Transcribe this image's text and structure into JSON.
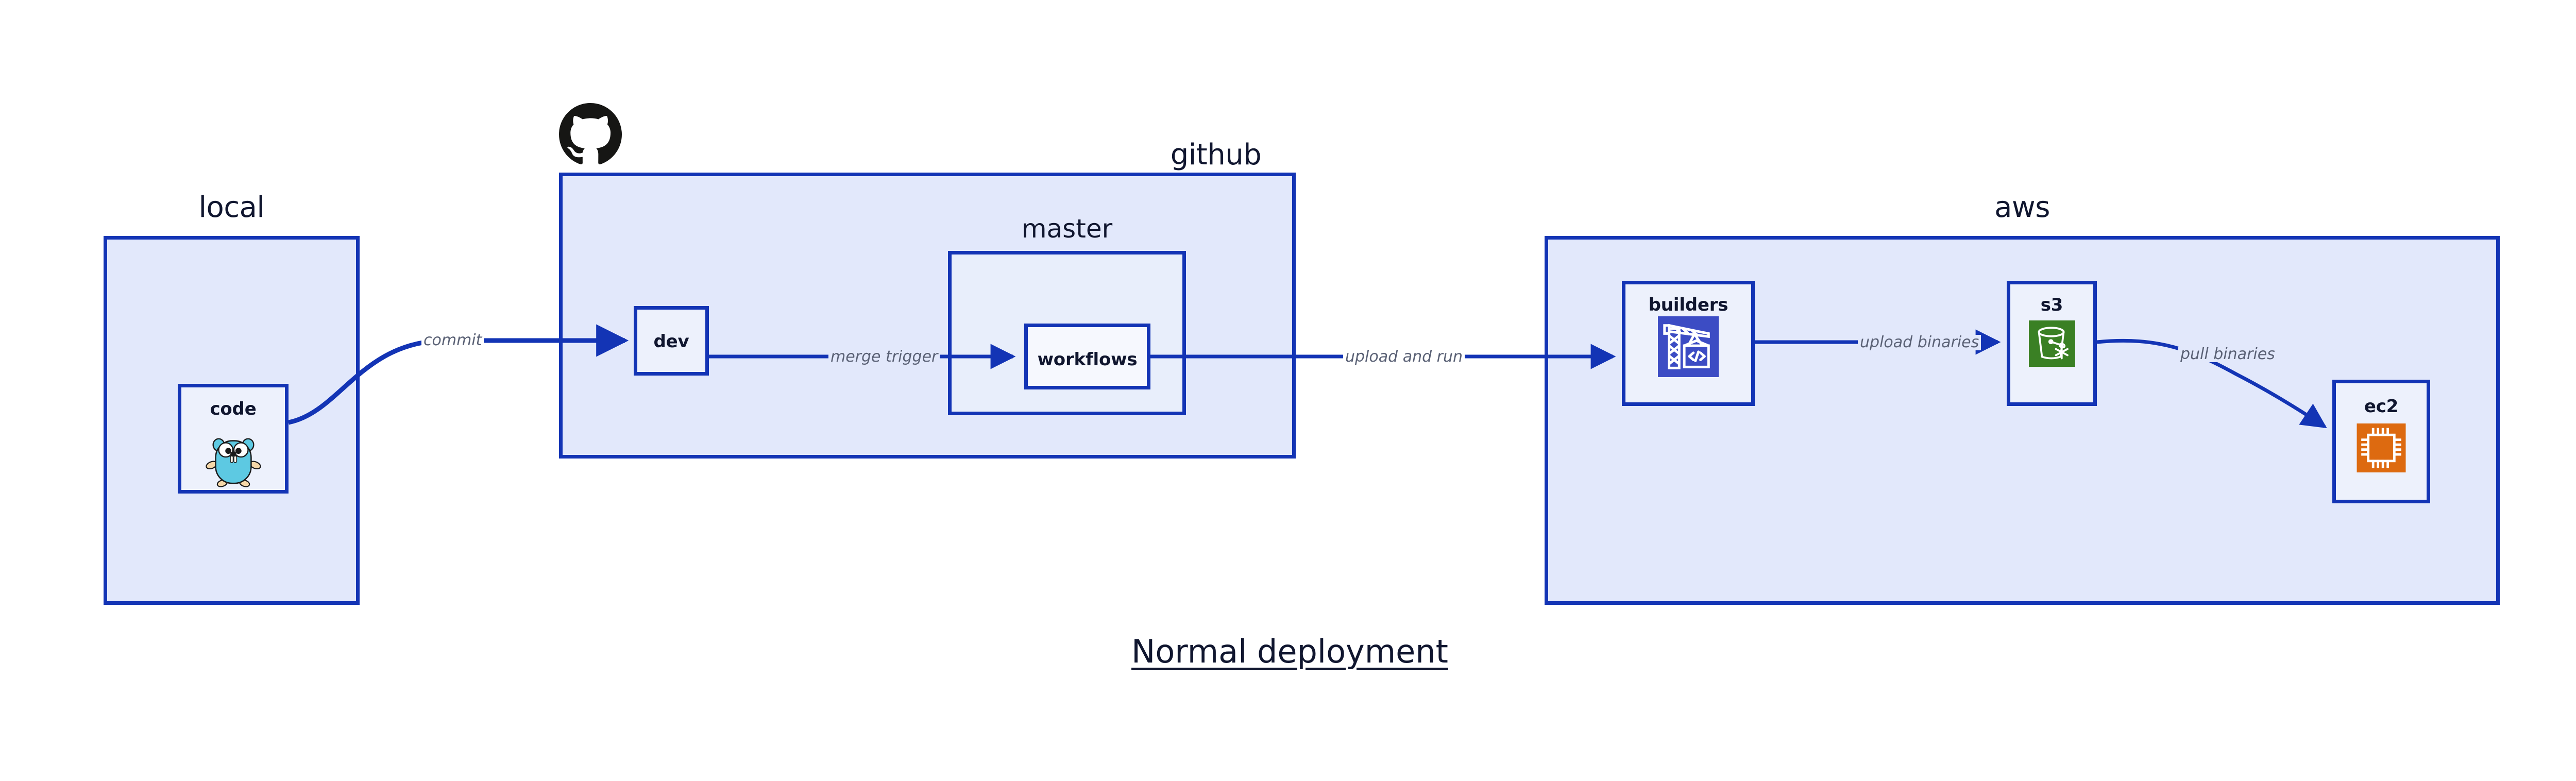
{
  "diagram": {
    "caption": "Normal deployment",
    "theme": {
      "edge_color": "#1334b5",
      "group_fill": "#e2e8fb",
      "subgroup_fill": "#e8eefb",
      "node_fill": "#edf1fc",
      "label_text": "#5a6175",
      "title_text": "#10162f",
      "builders_icon_bg": "#3c4cc4",
      "s3_icon_bg": "#3a8024",
      "ec2_icon_bg": "#dd6a10",
      "gopher_body": "#5dc9e2",
      "octocat": "#161614"
    },
    "groups": [
      {
        "id": "local",
        "label": "local",
        "nodes": [
          {
            "id": "code",
            "label": "code",
            "icon": "go-gopher-icon"
          }
        ]
      },
      {
        "id": "github",
        "label": "github",
        "logo": "github-octocat-icon",
        "nodes": [
          {
            "id": "dev",
            "label": "dev",
            "icon": "none"
          }
        ],
        "subgroups": [
          {
            "id": "master",
            "label": "master",
            "nodes": [
              {
                "id": "workflows",
                "label": "workflows",
                "icon": "none"
              }
            ]
          }
        ]
      },
      {
        "id": "aws",
        "label": "aws",
        "nodes": [
          {
            "id": "builders",
            "label": "builders",
            "icon": "aws-codebuild-crane-icon"
          },
          {
            "id": "s3",
            "label": "s3",
            "icon": "aws-s3-bucket-snowflake-icon"
          },
          {
            "id": "ec2",
            "label": "ec2",
            "icon": "aws-ec2-chip-icon"
          }
        ]
      }
    ],
    "edges": [
      {
        "id": "commit",
        "from": "code",
        "to": "dev",
        "label": "commit"
      },
      {
        "id": "merge-trigger",
        "from": "dev",
        "to": "workflows",
        "label": "merge trigger"
      },
      {
        "id": "upload-and-run",
        "from": "workflows",
        "to": "builders",
        "label": "upload and run"
      },
      {
        "id": "upload-binaries",
        "from": "builders",
        "to": "s3",
        "label": "upload binaries"
      },
      {
        "id": "pull-binaries",
        "from": "s3",
        "to": "ec2",
        "label": "pull binaries"
      }
    ]
  }
}
